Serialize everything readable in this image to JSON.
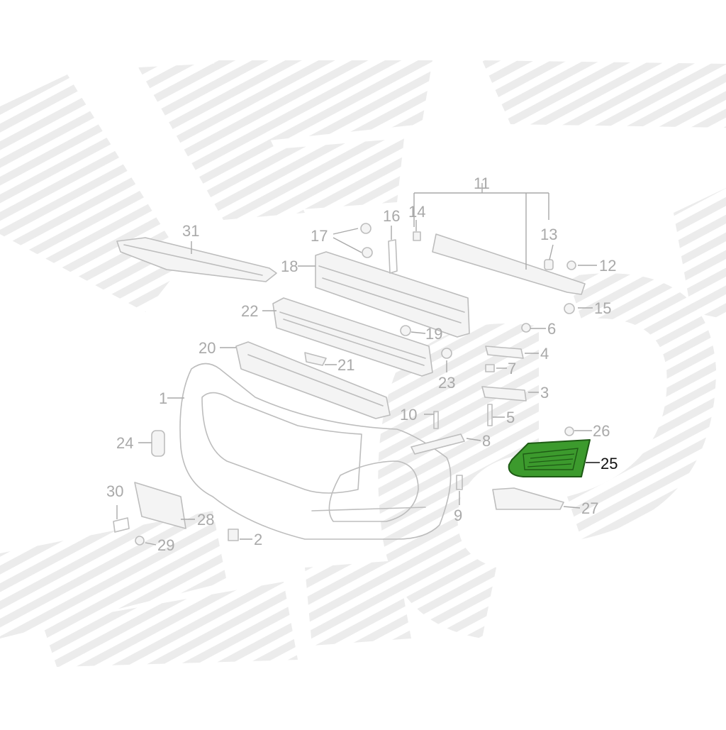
{
  "diagram": {
    "highlight_part": "25",
    "highlight_color": "#3c9a2d",
    "line_color": "#bdbdbd",
    "label_color": "#a9a9a9",
    "active_label_color": "#111111"
  },
  "callouts": {
    "c1": "1",
    "c2": "2",
    "c3": "3",
    "c4": "4",
    "c5": "5",
    "c6": "6",
    "c7": "7",
    "c8": "8",
    "c9": "9",
    "c10": "10",
    "c11": "11",
    "c12": "12",
    "c13": "13",
    "c14": "14",
    "c15": "15",
    "c16": "16",
    "c17": "17",
    "c18": "18",
    "c19": "19",
    "c20": "20",
    "c21": "21",
    "c22": "22",
    "c23": "23",
    "c24": "24",
    "c25": "25",
    "c26": "26",
    "c27": "27",
    "c28": "28",
    "c29": "29",
    "c30": "30",
    "c31": "31"
  }
}
